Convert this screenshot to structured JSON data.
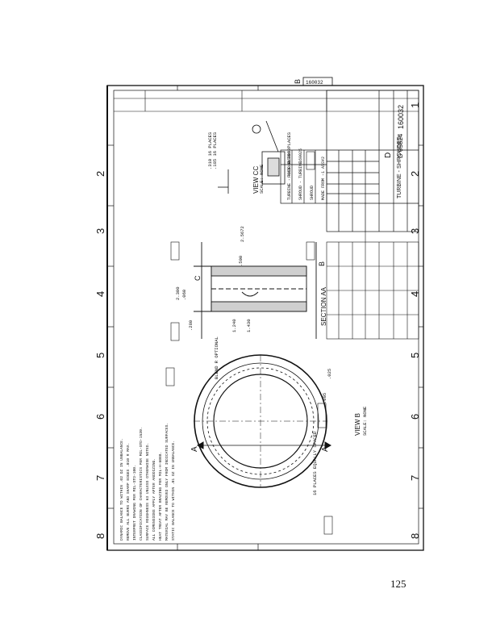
{
  "page": {
    "number": "125"
  },
  "drawing": {
    "title": "TURBINE - SHROUDED",
    "dwg_no": "160032",
    "cage_code": "D 05824",
    "size_label": "D",
    "scale": "",
    "sheet": "",
    "dwg_ref_top": "160032",
    "zone_top_marker": "B",
    "column_numbers": [
      "1",
      "2",
      "3",
      "4",
      "5",
      "6",
      "7",
      "8"
    ]
  },
  "views": {
    "view_cc": {
      "title": "VIEW CC",
      "scale": "SCALE: NONE"
    },
    "view_b": {
      "title": "VIEW B",
      "scale": "SCALE: NONE"
    },
    "section_aa": {
      "title": "SECTION AA"
    },
    "marker_a": "A",
    "marker_b": "B",
    "marker_c": "C"
  },
  "dimensions": [
    ".310 16 PLACES",
    ".185 16 PLACES",
    "FULL R. 16 PLACES",
    "2.300",
    ".060",
    ".500",
    ".280",
    "1.240",
    "1.430",
    "BLEND R OPTIONAL",
    "16 PLACES EQUALLY SPACED",
    "2.5672",
    ".005",
    ".025"
  ],
  "application_table": {
    "rows": [
      {
        "dash": "-2",
        "description": "MADE FROM -1 ASSY"
      },
      {
        "dash": "",
        "description": "SHROUD"
      },
      {
        "dash": "160025",
        "description": "SHROUD - TURBINE"
      },
      {
        "dash": "160033",
        "description": "TURBINE - HYDRAULIC"
      }
    ]
  },
  "notes": [
    "DYNAMIC BALANCE TO WITHIN .02 OZ IN UNBALANCE.",
    "REMOVE ALL BURRS AND SHARP EDGES .010 R MAX.",
    "INTERPRET DRAWING PER MIL-STD-100.",
    "CLASSIFICATION OF CHARACTERISTICS PER MIL-STD-1520.",
    "SURFACE ROUGHNESS 63 UNLESS OTHERWISE NOTED.",
    "ALL DIMENSIONS APPLY AFTER ANODIZING.",
    "HEAT TREAT AFTER BRAZING PER MIL-H-6088.",
    "MATERIAL MAY BE REMOVED ONLY FROM INDICATED SURFACES.",
    "STATIC BALANCE TO WITHIN .01 OZ IN UNBALANCE."
  ],
  "colors": {
    "ink": "#111111",
    "paper": "#ffffff"
  }
}
